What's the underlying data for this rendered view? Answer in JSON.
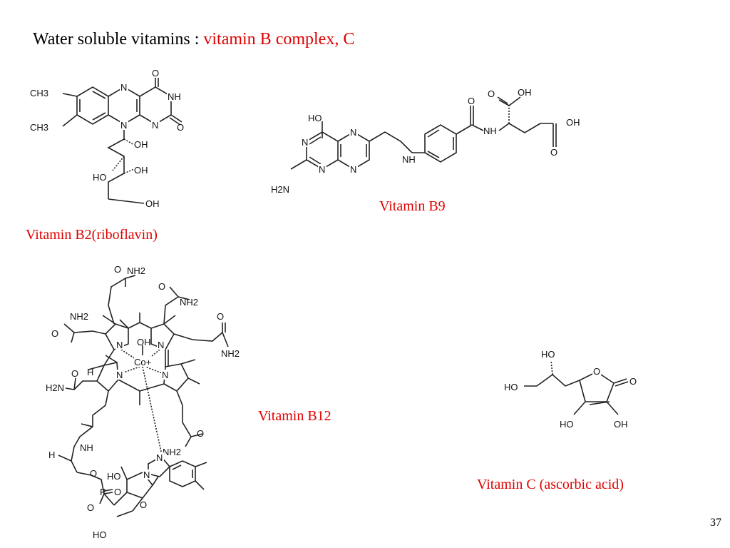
{
  "slide": {
    "title_prefix": "Water soluble vitamins : ",
    "title_accent": "vitamin B complex, C",
    "page_number": "37",
    "colors": {
      "accent": "#e00000",
      "text": "#000000",
      "background": "#ffffff"
    }
  },
  "structures": {
    "b2": {
      "caption": "Vitamin B2(riboflavin)",
      "atoms": {
        "ch3_top": "CH3",
        "ch3_bottom": "CH3",
        "n_top": "N",
        "n_right": "N",
        "n_bottom": "N",
        "nh": "NH",
        "o_top": "O",
        "o_right": "O",
        "oh1": "OH",
        "ho": "HO",
        "oh2": "OH",
        "oh3": "OH"
      }
    },
    "b9": {
      "caption": "Vitamin B9",
      "atoms": {
        "ho": "HO",
        "n1": "N",
        "n2": "N",
        "n3": "N",
        "n4": "N",
        "h2n": "H2N",
        "nh_link": "NH",
        "o_amide": "O",
        "nh_amide": "NH",
        "o_acid1": "O",
        "oh_acid1": "OH",
        "oh_acid2": "OH",
        "o_acid2": "O"
      }
    },
    "b12": {
      "caption": "Vitamin B12",
      "atoms": {
        "nh2_a": "NH2",
        "nh2_b": "NH2",
        "nh2_c": "NH2",
        "nh2_d": "NH2",
        "nh2_e": "NH2",
        "h2n": "H2N",
        "o_a": "O",
        "o_b": "O",
        "o_c": "O",
        "o_d": "O",
        "o_e": "O",
        "o_f": "O",
        "n1": "N",
        "n2": "N",
        "n3": "N",
        "n4": "N",
        "co": "Co+",
        "oh": "OH",
        "h_left": "H",
        "nh": "NH",
        "h_bottom": "H",
        "o_link": "O",
        "p": "P",
        "po": "O",
        "o_minus": "O",
        "o_ring": "O",
        "ho_sugar": "HO",
        "ho_bottom": "HO",
        "n_imid1": "N",
        "n_imid2": "N"
      }
    },
    "c": {
      "caption": "Vitamin C (ascorbic acid)",
      "atoms": {
        "ho_top": "HO",
        "ho_left": "HO",
        "o_ring": "O",
        "o_carbonyl": "O",
        "ho_bottom": "HO",
        "oh_bottom": "OH"
      }
    }
  }
}
